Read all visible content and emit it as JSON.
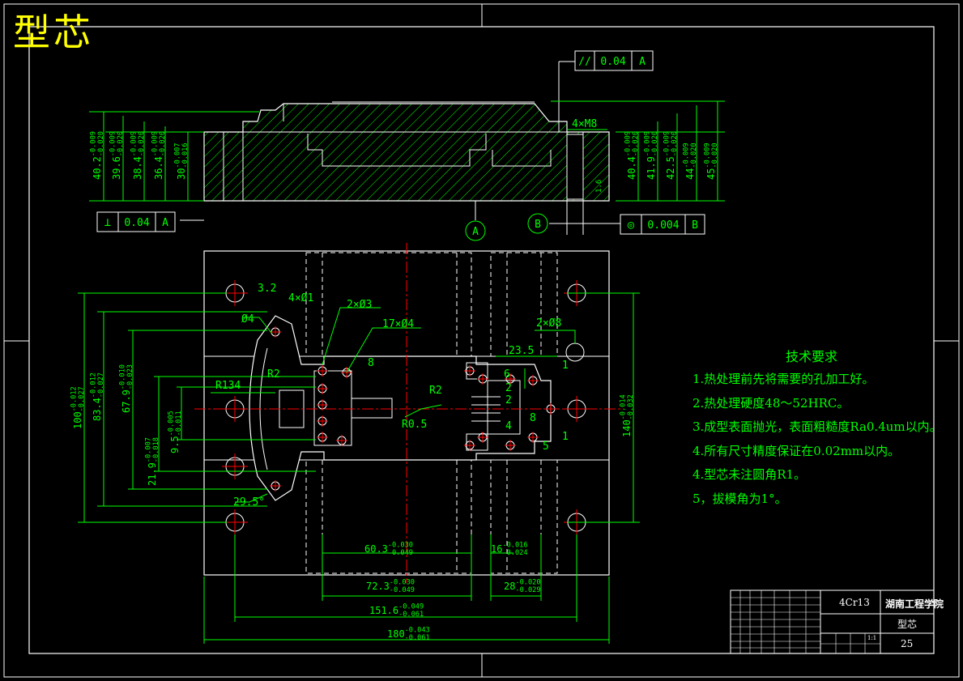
{
  "title": "型芯",
  "tolerance_frames": {
    "parallelism": {
      "symbol": "//",
      "value": "0.04",
      "datum": "A"
    },
    "perpendicularity": {
      "symbol": "⊥",
      "value": "0.04",
      "datum": "A"
    },
    "concentricity": {
      "symbol": "◎",
      "value": "0.004",
      "datum": "B"
    }
  },
  "datum_labels": [
    "A",
    "B"
  ],
  "section_dims": {
    "thread_callout": "4×M8",
    "left": [
      {
        "nominal": "40.2",
        "upper": "-0.009",
        "lower": "-0.020"
      },
      {
        "nominal": "39.6",
        "upper": "-0.009",
        "lower": "-0.020"
      },
      {
        "nominal": "38.4",
        "upper": "-0.009",
        "lower": "-0.020"
      },
      {
        "nominal": "36.4",
        "upper": "-0.009",
        "lower": "-0.020"
      },
      {
        "nominal": "30",
        "upper": "-0.007",
        "lower": "-0.016"
      }
    ],
    "right": [
      {
        "nominal": "40.4",
        "upper": "-0.009",
        "lower": "-0.020"
      },
      {
        "nominal": "41.9",
        "upper": "-0.009",
        "lower": "-0.020"
      },
      {
        "nominal": "42.5",
        "upper": "-0.009",
        "lower": "-0.020"
      },
      {
        "nominal": "44",
        "upper": "-0.009",
        "lower": "-0.020"
      },
      {
        "nominal": "45",
        "upper": "-0.009",
        "lower": "-0.020"
      }
    ],
    "roughness": "1.6"
  },
  "plan_dims": {
    "left_vertical": [
      {
        "nominal": "100",
        "upper": "-0.012",
        "lower": "-0.027"
      },
      {
        "nominal": "83.4",
        "upper": "-0.012",
        "lower": "-0.027"
      },
      {
        "nominal": "67.9",
        "upper": "-0.010",
        "lower": "-0.023"
      },
      {
        "nominal": "21.9",
        "upper": "-0.007",
        "lower": "-0.018"
      },
      {
        "nominal": "9.5",
        "upper": "-0.005",
        "lower": "-0.011"
      }
    ],
    "right_vertical": {
      "nominal": "140",
      "upper": "-0.014",
      "lower": "-0.032"
    },
    "bottom": [
      {
        "nominal": "60.3",
        "upper": "-0.030",
        "lower": "-0.049"
      },
      {
        "nominal": "16",
        "upper": "-0.016",
        "lower": "-0.024"
      },
      {
        "nominal": "72.3",
        "upper": "-0.030",
        "lower": "-0.049"
      },
      {
        "nominal": "28",
        "upper": "-0.020",
        "lower": "-0.029"
      },
      {
        "nominal": "151.6",
        "upper": "-0.049",
        "lower": "-0.061"
      },
      {
        "nominal": "180",
        "upper": "-0.043",
        "lower": "-0.061"
      }
    ],
    "callouts": [
      "3.2",
      "4×Ø1",
      "2×Ø3",
      "17×Ø4",
      "2×Ø8",
      "Ø4",
      "R2",
      "R134",
      "R2",
      "R0.5",
      "8",
      "23.5",
      "6",
      "1",
      "2",
      "2",
      "8",
      "4",
      "5",
      "1",
      "29.5°"
    ]
  },
  "tech_requirements": {
    "heading": "技术要求",
    "items": [
      "1.热处理前先将需要的孔加工好。",
      "2.热处理硬度48～52HRC。",
      "3.成型表面抛光，表面粗糙度Ra0.4um以内。",
      "4.所有尺寸精度保证在0.02mm以内。",
      "4.型芯未注圆角R1。",
      "5，拔模角为1°。"
    ]
  },
  "title_block": {
    "material": "4Cr13",
    "school": "湖南工程学院",
    "part_name": "型芯",
    "sheet_no": "25",
    "scale": "1:1"
  },
  "colors": {
    "background": "#000000",
    "outline": "#ffffff",
    "dimension": "#00ff00",
    "center": "#ff0000",
    "hatch": "#00ff00",
    "title": "#ffff00"
  }
}
